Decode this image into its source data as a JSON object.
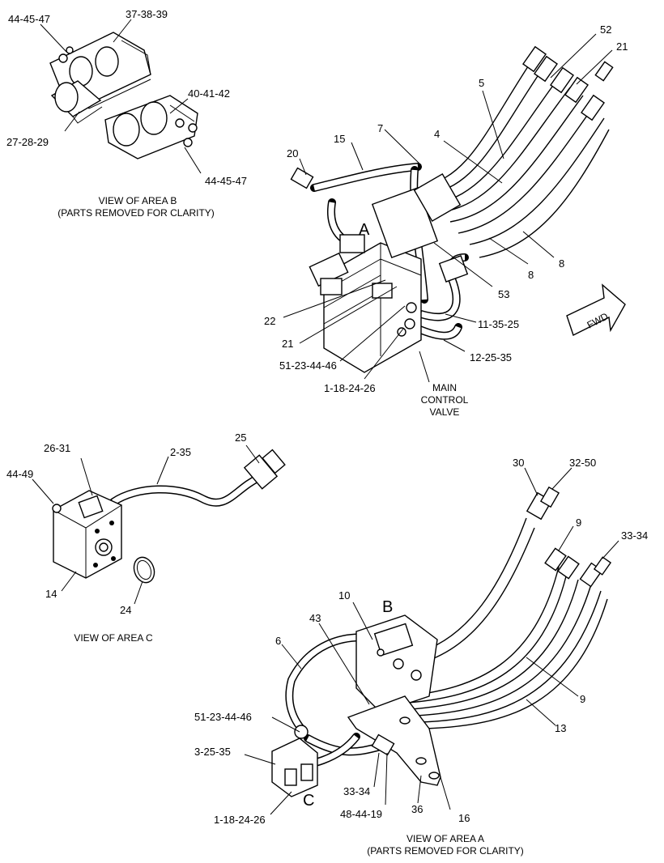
{
  "views": {
    "area_b": {
      "caption1": "VIEW OF AREA  B",
      "caption2": "(PARTS REMOVED FOR CLARITY)"
    },
    "area_c": {
      "caption1": "VIEW OF AREA  C"
    },
    "area_a": {
      "caption1": "VIEW OF AREA  A",
      "caption2": "(PARTS REMOVED FOR CLARITY)"
    }
  },
  "main_valve": {
    "line1": "MAIN",
    "line2": "CONTROL",
    "line3": "VALVE"
  },
  "fwd": "FWD",
  "area_letters": {
    "a": "A",
    "b": "B",
    "c": "C"
  },
  "callouts": {
    "b1": "44-45-47",
    "b2": "37-38-39",
    "b3": "40-41-42",
    "b4": "27-28-29",
    "b5": "44-45-47",
    "m52": "52",
    "m21a": "21",
    "m5": "5",
    "m4": "4",
    "m7": "7",
    "m15": "15",
    "m20": "20",
    "m8a": "8",
    "m8b": "8",
    "m53": "53",
    "m22": "22",
    "m21b": "21",
    "m11": "11-35-25",
    "m12": "12-25-35",
    "m51": "51-23-44-46",
    "m1": "1-18-24-26",
    "c26": "26-31",
    "c2": "2-35",
    "c25": "25",
    "c44": "44-49",
    "c14": "14",
    "c24": "24",
    "a30": "30",
    "a32": "32-50",
    "a9a": "9",
    "a33a": "33-34",
    "a10": "10",
    "a43": "43",
    "a6": "6",
    "a9b": "9",
    "a13": "13",
    "a51": "51-23-44-46",
    "a3": "3-25-35",
    "a33b": "33-34",
    "a48": "48-44-19",
    "a36": "36",
    "a16": "16",
    "a1": "1-18-24-26"
  }
}
